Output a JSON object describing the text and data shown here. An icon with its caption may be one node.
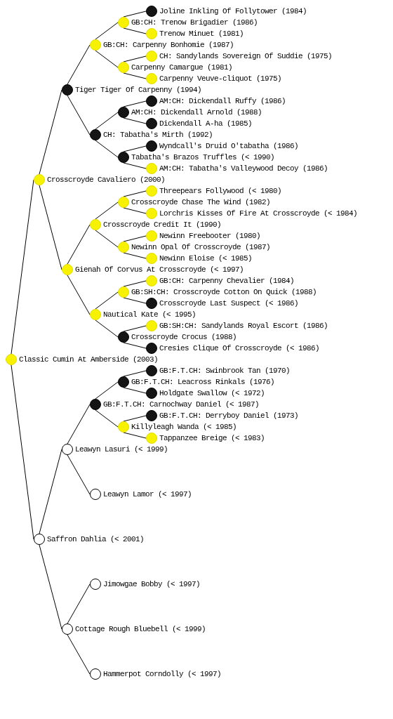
{
  "diagram": {
    "nodes": [
      {
        "text": [
          "Joline Inkling Of Follytower (1984)"
        ]
      },
      {
        "text": [
          "GB:CH: Trenow Brigadier (1986)"
        ]
      },
      {
        "text": [
          "Trenow Minuet (1981)"
        ]
      },
      {
        "text": [
          "GB:CH: Carpenny Bonhomie (1987)"
        ]
      },
      {
        "text": [
          "CH: Sandylands Sovereign Of Suddie (1975)"
        ]
      },
      {
        "text": [
          "Carpenny Camargue (1981)"
        ]
      },
      {
        "text": [
          "Carpenny Veuve-cliquot (1975)"
        ]
      },
      {
        "text": [
          "Tiger Tiger Of Carpenny (1994)"
        ]
      },
      {
        "text": [
          "AM:CH: Dickendall Ruffy (1986)"
        ]
      },
      {
        "text": [
          "AM:CH: Dickendall Arnold (1988)"
        ]
      },
      {
        "text": [
          "Dickendall A-ha (1985)"
        ]
      },
      {
        "text": [
          "CH: Tabatha's Mirth (1992)"
        ]
      },
      {
        "text": [
          "Wyndcall's Druid O'tabatha (1986)"
        ]
      },
      {
        "text": [
          "Tabatha's Brazos Truffles (< 1990)"
        ]
      },
      {
        "text": [
          "AM:CH: Tabatha's Valleywood Decoy (1986)"
        ]
      },
      {
        "text": [
          "Crosscroyde Cavaliero (2000)"
        ]
      },
      {
        "text": [
          "Threepears Follywood (< 1980)"
        ]
      },
      {
        "text": [
          "Crosscroyde Chase The Wind (1982)"
        ]
      },
      {
        "text": [
          "Lorchris Kisses Of Fire At Crosscroyde (< 1984)"
        ]
      },
      {
        "text": [
          "Crosscroyde Credit It (1990)"
        ]
      },
      {
        "text": [
          "Newinn Freebooter (1980)"
        ]
      },
      {
        "text": [
          "Newinn Opal Of Crosscroyde (1987)"
        ]
      },
      {
        "text": [
          "Newinn Eloise (< 1985)"
        ]
      },
      {
        "text": [
          "Gienah Of Corvus At Crosscroyde (< 1997)"
        ]
      },
      {
        "text": [
          "GB:CH: Carpenny Chevalier (1984)"
        ]
      },
      {
        "text": [
          "GB:SH:CH: Crosscroyde Cotton On Quick (1988)"
        ]
      },
      {
        "text": [
          "Crosscroyde Last Suspect (< 1986)"
        ]
      },
      {
        "text": [
          "Nautical Kate (< 1995)"
        ]
      },
      {
        "text": [
          "GB:SH:CH: Sandylands Royal Escort (1986)"
        ]
      },
      {
        "text": [
          "Crosscroyde Crocus (1988)"
        ]
      },
      {
        "text": [
          "Cresies Clique Of Crosscroyde (< 1986)"
        ]
      },
      {
        "text": [
          "Classic Cumin At Amberside (2003)"
        ]
      },
      {
        "text": [
          "GB:F.T.CH: Swinbrook Tan (1970)"
        ]
      },
      {
        "text": [
          "GB:F.T.CH: Leacross Rinkals (1976)"
        ]
      },
      {
        "text": [
          "Holdgate Swallow (< 1972)"
        ]
      },
      {
        "text": [
          "GB:F.T.CH: Carnochway Daniel (< 1987)"
        ]
      },
      {
        "text": [
          "GB:F.T.CH: Derryboy Daniel (1973)"
        ]
      },
      {
        "text": [
          "Killyleagh Wanda (< 1985)"
        ]
      },
      {
        "text": [
          "Tappanzee Breige (< 1983)"
        ]
      },
      {
        "text": [
          "Leawyn Lasuri (< 1999)"
        ]
      },
      {
        "text": [
          "Leawyn Lamor (< 1997)"
        ]
      },
      {
        "text": [
          "Saffron Dahlia (< 2001)"
        ]
      },
      {
        "text": [
          "Jimowgae Bobby (< 1997)"
        ]
      },
      {
        "text": [
          "Cottage Rough Bluebell (< 1999)"
        ]
      },
      {
        "text": [
          "Hammerpot Corndolly (< 1997)"
        ]
      }
    ],
    "edges": [
      {
        "from": 31,
        "to": 15,
        "arrow": "none"
      },
      {
        "from": 31,
        "to": 41,
        "arrow": "none"
      },
      {
        "from": 15,
        "to": 7,
        "arrow": "none"
      },
      {
        "from": 15,
        "to": 23,
        "arrow": "none"
      },
      {
        "from": 7,
        "to": 3,
        "arrow": "none"
      },
      {
        "from": 7,
        "to": 11,
        "arrow": "none"
      },
      {
        "from": 3,
        "to": 1,
        "arrow": "none"
      },
      {
        "from": 3,
        "to": 5,
        "arrow": "none"
      },
      {
        "from": 1,
        "to": 0,
        "arrow": "none"
      },
      {
        "from": 1,
        "to": 2,
        "arrow": "none"
      },
      {
        "from": 5,
        "to": 4,
        "arrow": "none"
      },
      {
        "from": 5,
        "to": 6,
        "arrow": "none"
      },
      {
        "from": 11,
        "to": 9,
        "arrow": "none"
      },
      {
        "from": 11,
        "to": 13,
        "arrow": "none"
      },
      {
        "from": 9,
        "to": 8,
        "arrow": "none"
      },
      {
        "from": 9,
        "to": 10,
        "arrow": "none"
      },
      {
        "from": 13,
        "to": 12,
        "arrow": "none"
      },
      {
        "from": 13,
        "to": 14,
        "arrow": "none"
      },
      {
        "from": 23,
        "to": 19,
        "arrow": "none"
      },
      {
        "from": 23,
        "to": 27,
        "arrow": "none"
      },
      {
        "from": 19,
        "to": 17,
        "arrow": "none"
      },
      {
        "from": 19,
        "to": 21,
        "arrow": "none"
      },
      {
        "from": 17,
        "to": 16,
        "arrow": "none"
      },
      {
        "from": 17,
        "to": 18,
        "arrow": "none"
      },
      {
        "from": 21,
        "to": 20,
        "arrow": "none"
      },
      {
        "from": 21,
        "to": 22,
        "arrow": "none"
      },
      {
        "from": 27,
        "to": 25,
        "arrow": "none"
      },
      {
        "from": 27,
        "to": 29,
        "arrow": "none"
      },
      {
        "from": 25,
        "to": 24,
        "arrow": "none"
      },
      {
        "from": 25,
        "to": 26,
        "arrow": "none"
      },
      {
        "from": 29,
        "to": 28,
        "arrow": "none"
      },
      {
        "from": 29,
        "to": 30,
        "arrow": "none"
      },
      {
        "from": 41,
        "to": 39,
        "arrow": "none"
      },
      {
        "from": 41,
        "to": 43,
        "arrow": "none"
      },
      {
        "from": 39,
        "to": 35,
        "arrow": "none"
      },
      {
        "from": 39,
        "to": 40,
        "arrow": "none"
      },
      {
        "from": 35,
        "to": 33,
        "arrow": "none"
      },
      {
        "from": 35,
        "to": 37,
        "arrow": "none"
      },
      {
        "from": 33,
        "to": 32,
        "arrow": "none"
      },
      {
        "from": 33,
        "to": 34,
        "arrow": "none"
      },
      {
        "from": 37,
        "to": 36,
        "arrow": "none"
      },
      {
        "from": 37,
        "to": 38,
        "arrow": "none"
      },
      {
        "from": 43,
        "to": 42,
        "arrow": "none"
      },
      {
        "from": 43,
        "to": 44,
        "arrow": "none"
      }
    ]
  }
}
